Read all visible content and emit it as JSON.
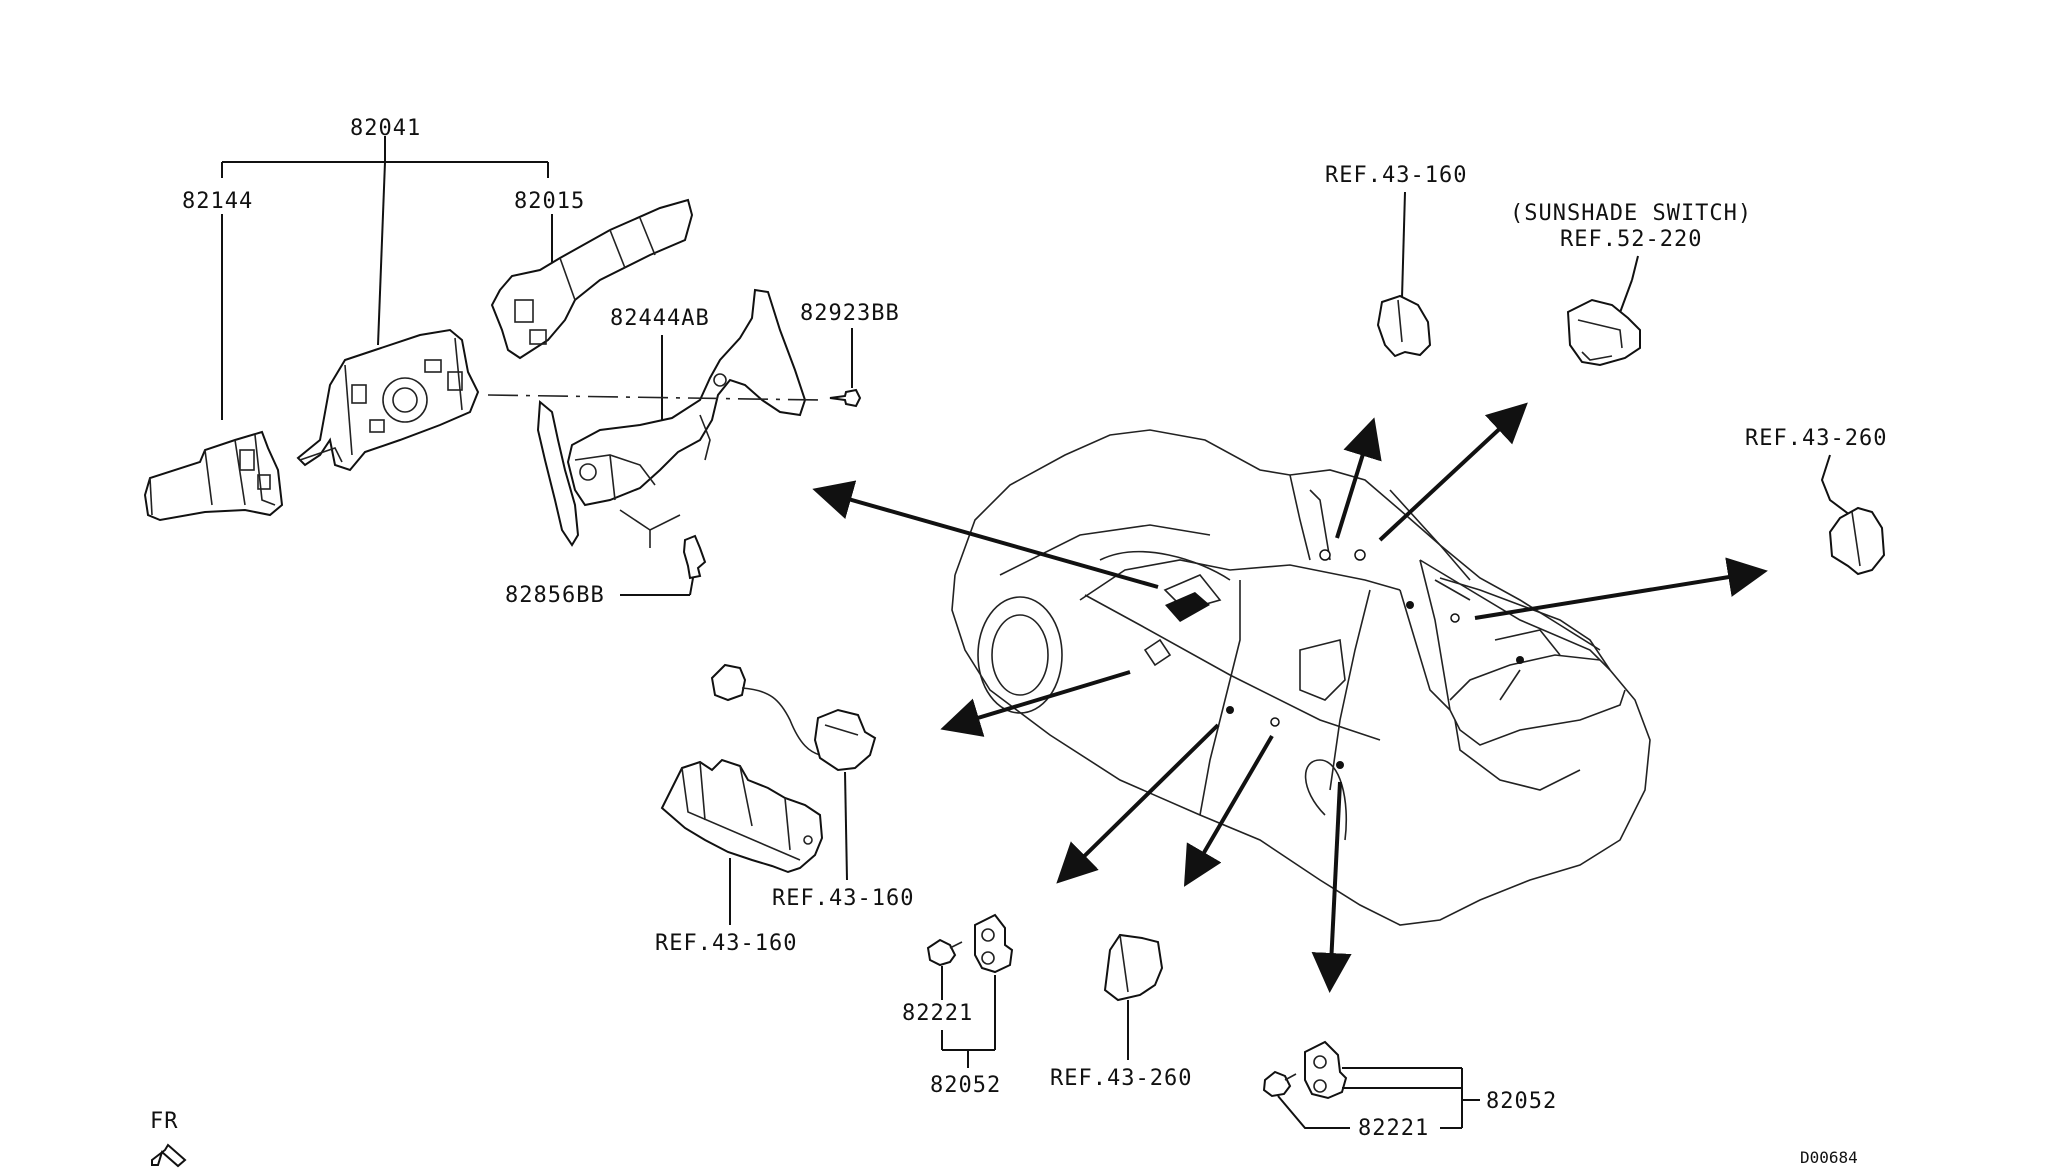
{
  "labels": {
    "p82041": "82041",
    "p82144": "82144",
    "p82015": "82015",
    "p82444AB": "82444AB",
    "p82923BB": "82923BB",
    "p82856BB": "82856BB",
    "ref43_160_top": "REF.43-160",
    "sunshade_title": "(SUNSHADE SWITCH)",
    "ref52_220": "REF.52-220",
    "ref43_260_right": "REF.43-260",
    "ref43_160_mid": "REF.43-160",
    "ref43_160_left": "REF.43-160",
    "p82221_left": "82221",
    "p82052_left": "82052",
    "ref43_260_bottom": "REF.43-260",
    "p82052_right": "82052",
    "p82221_right": "82221",
    "fr": "FR",
    "code": "D00684"
  }
}
